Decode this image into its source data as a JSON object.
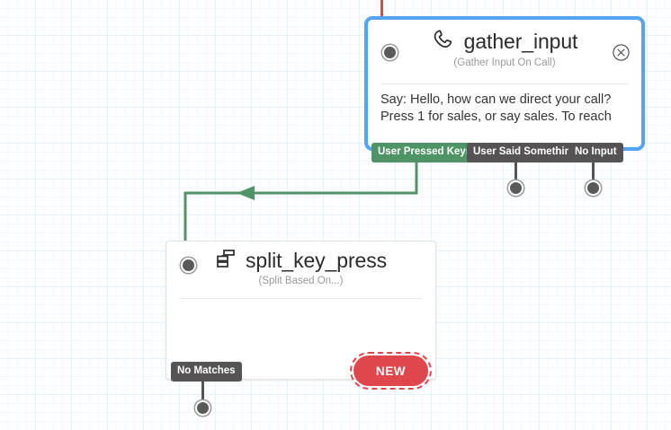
{
  "canvas": {
    "background_color": "#fdfeff",
    "grid_color": "#e8f2fb"
  },
  "colors": {
    "selection_blue": "#55a4f2",
    "exit_green": "#4f9467",
    "exit_gray": "#555353",
    "new_red": "#e0474d",
    "incoming_red": "#e0474d"
  },
  "nodes": [
    {
      "id": "gather_input",
      "title": "gather_input",
      "subtitle": "(Gather Input On Call)",
      "icon": "phone-icon",
      "selected": true,
      "body_text": "Say: Hello, how can we direct your call? Press 1 for sales, or say sales. To reach",
      "close_label": "close-icon",
      "exits": [
        {
          "label": "User Pressed Keys",
          "color": "green",
          "connected": true
        },
        {
          "label": "User Said Something",
          "color": "gray",
          "connected": false
        },
        {
          "label": "No Input",
          "color": "gray",
          "connected": false
        }
      ]
    },
    {
      "id": "split_key_press",
      "title": "split_key_press",
      "subtitle": "(Split Based On...)",
      "icon": "split-icon",
      "selected": false,
      "body_text": "",
      "exits": [
        {
          "label": "No Matches",
          "color": "gray",
          "connected": false
        }
      ],
      "new_button_label": "NEW"
    }
  ],
  "gather": {
    "title": "gather_input",
    "subtitle": "(Gather Input On Call)",
    "body_text": "Say: Hello, how can we direct your call? Press 1 for sales, or say sales. To reach"
  },
  "split": {
    "title": "split_key_press",
    "subtitle": "(Split Based On...)"
  },
  "badges": {
    "pressed_keys": "User Pressed Keys",
    "said_something": "User Said Something",
    "no_input": "No Input",
    "no_matches": "No Matches"
  },
  "buttons": {
    "new": "NEW"
  }
}
